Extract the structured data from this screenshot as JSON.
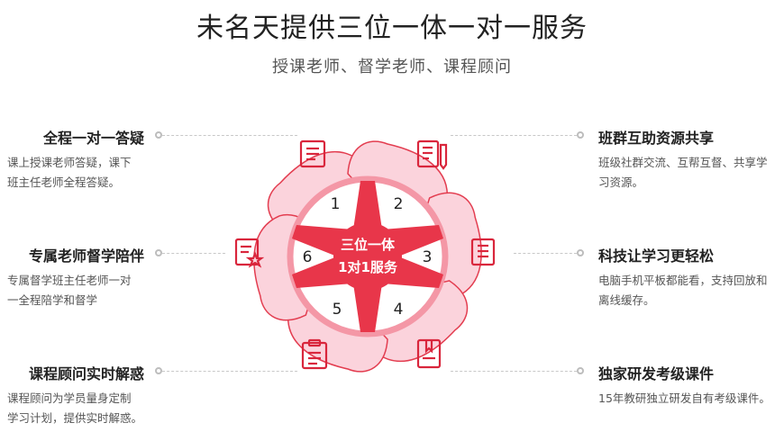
{
  "header": {
    "title": "未名天提供三位一体一对一服务",
    "subtitle": "授课老师、督学老师、课程顾问"
  },
  "center": {
    "line1": "三位一体",
    "line2": "1对1服务"
  },
  "petals": [
    {
      "number": "1",
      "icon": "document-lines-icon"
    },
    {
      "number": "2",
      "icon": "notebook-pen-icon"
    },
    {
      "number": "3",
      "icon": "document-list-icon"
    },
    {
      "number": "4",
      "icon": "bookmark-doc-icon"
    },
    {
      "number": "5",
      "icon": "clipboard-icon"
    },
    {
      "number": "6",
      "icon": "doc-star-icon"
    }
  ],
  "features": {
    "left": [
      {
        "title": "全程一对一答疑",
        "desc1": "课上授课老师答疑，课下",
        "desc2": "班主任老师全程答疑。"
      },
      {
        "title": "专属老师督学陪伴",
        "desc1": "专属督学班主任老师一对",
        "desc2": "一全程陪学和督学"
      },
      {
        "title": "课程顾问实时解惑",
        "desc1": "课程顾问为学员量身定制",
        "desc2": "学习计划，提供实时解惑。"
      }
    ],
    "right": [
      {
        "title": "班群互助资源共享",
        "desc1": "班级社群交流、互帮互督、共享学",
        "desc2": "习资源。"
      },
      {
        "title": "科技让学习更轻松",
        "desc1": "电脑手机平板都能看，支持回放和",
        "desc2": "离线缓存。"
      },
      {
        "title": "独家研发考级课件",
        "desc1": "15年教研独立研发自有考级课件。",
        "desc2": ""
      }
    ]
  },
  "colors": {
    "petal_fill": "#fbd3dc",
    "petal_stroke": "#e33d50",
    "center_red": "#e8364a",
    "ring": "#f497a6",
    "icon": "#d9263c"
  }
}
